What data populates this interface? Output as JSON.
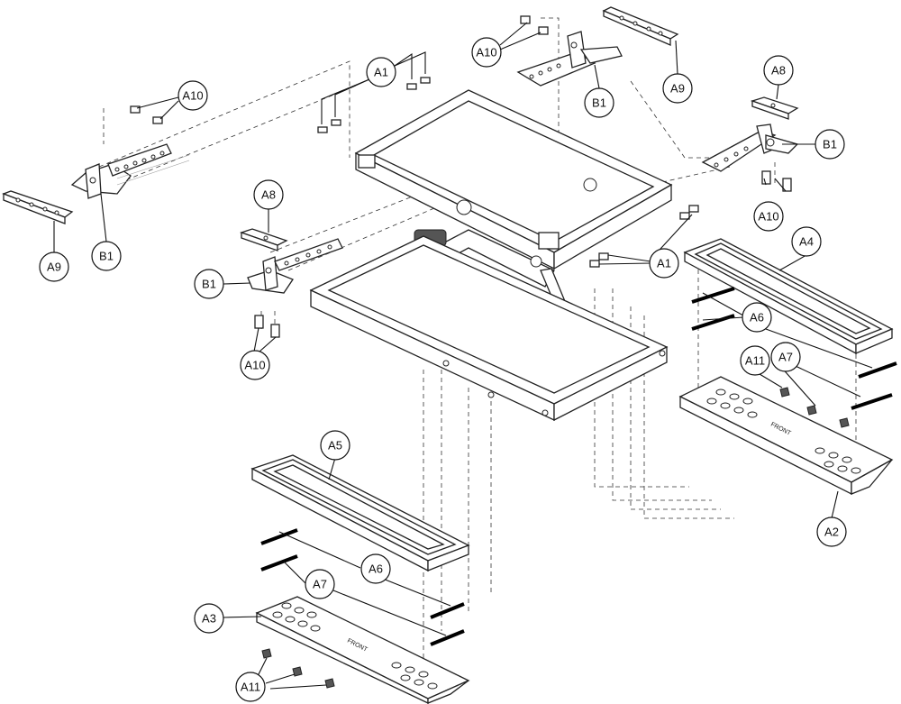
{
  "diagram": {
    "callouts": [
      {
        "id": "a1-top",
        "label": "A1"
      },
      {
        "id": "a1-right",
        "label": "A1"
      },
      {
        "id": "a10-top",
        "label": "A10"
      },
      {
        "id": "a10-left",
        "label": "A10"
      },
      {
        "id": "a10-mid",
        "label": "A10"
      },
      {
        "id": "a10-right",
        "label": "A10"
      },
      {
        "id": "b1-top",
        "label": "B1"
      },
      {
        "id": "b1-left",
        "label": "B1"
      },
      {
        "id": "b1-mid",
        "label": "B1"
      },
      {
        "id": "b1-right",
        "label": "B1"
      },
      {
        "id": "a9-top",
        "label": "A9"
      },
      {
        "id": "a9-left",
        "label": "A9"
      },
      {
        "id": "a8-mid",
        "label": "A8"
      },
      {
        "id": "a8-right",
        "label": "A8"
      },
      {
        "id": "a4",
        "label": "A4"
      },
      {
        "id": "a6-right",
        "label": "A6"
      },
      {
        "id": "a7-right",
        "label": "A7"
      },
      {
        "id": "a11-right",
        "label": "A11"
      },
      {
        "id": "a2",
        "label": "A2"
      },
      {
        "id": "a5",
        "label": "A5"
      },
      {
        "id": "a6-left",
        "label": "A6"
      },
      {
        "id": "a7-left",
        "label": "A7"
      },
      {
        "id": "a3",
        "label": "A3"
      },
      {
        "id": "a11-left",
        "label": "A11"
      }
    ],
    "plate_text": "FRONT"
  }
}
